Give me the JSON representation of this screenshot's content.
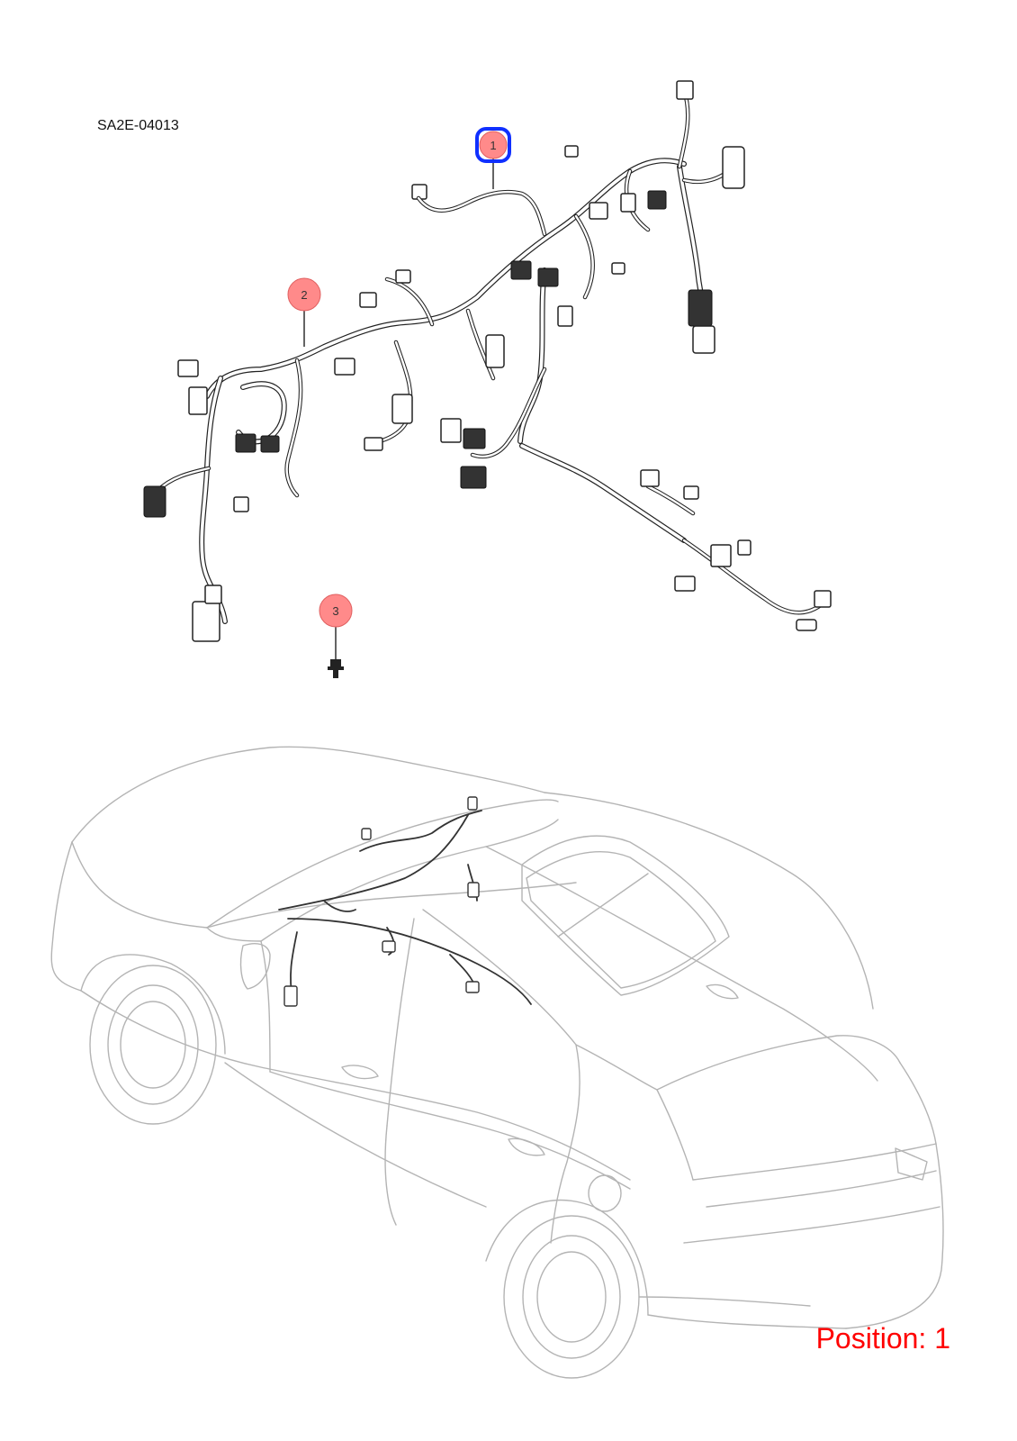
{
  "diagram_code": "SA2E-04013",
  "position_label": "Position: 1",
  "callouts": [
    {
      "number": "1",
      "state": "selected",
      "fill_color": "#ff8a8a",
      "outline_color": "#1030ff"
    },
    {
      "number": "2",
      "state": "normal",
      "fill_color": "#ff8a8a"
    },
    {
      "number": "3",
      "state": "normal",
      "fill_color": "#ff8a8a"
    }
  ],
  "parts": [
    {
      "callout": "1",
      "name": "wiring-harness-branch"
    },
    {
      "callout": "2",
      "name": "instrument-panel-wiring-harness"
    },
    {
      "callout": "3",
      "name": "bolt"
    }
  ],
  "colors": {
    "position_text": "#ff0000",
    "callout_fill": "#ff8a8a",
    "selection_outline": "#1030ff",
    "car_outline": "#b4b4b4"
  }
}
